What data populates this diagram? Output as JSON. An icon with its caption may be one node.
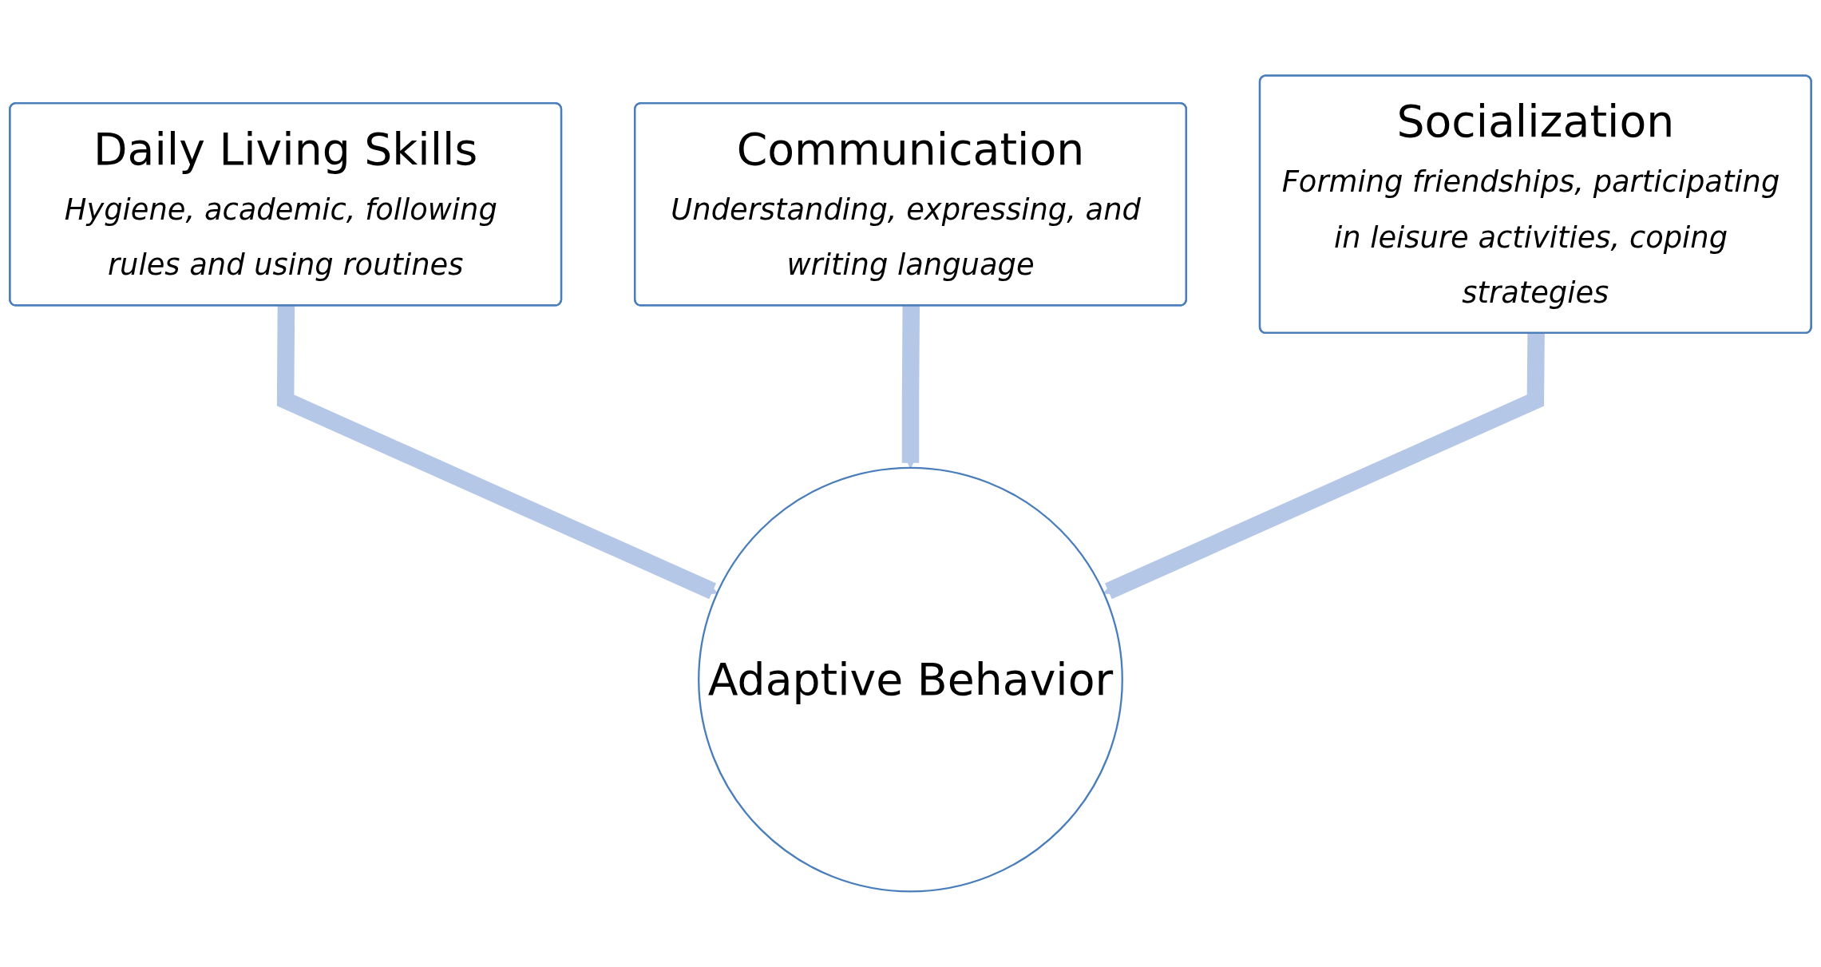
{
  "diagram": {
    "nodes": [
      {
        "text": [
          "Daily Living Skills",
          "Hygiene, academic, following rules and using routines"
        ]
      },
      {
        "text": [
          "Communication",
          "Understanding, expressing, and writing language"
        ]
      },
      {
        "text": [
          "Socialization",
          "Forming friendships, participating in leisure activities, coping strategies"
        ]
      },
      {
        "text": [
          "Adaptive Behavior"
        ]
      }
    ],
    "edges": [
      {
        "from": 0,
        "to": 3,
        "arrow": "to"
      },
      {
        "from": 1,
        "to": 3,
        "arrow": "to"
      },
      {
        "from": 2,
        "to": 3,
        "arrow": "to"
      }
    ]
  }
}
